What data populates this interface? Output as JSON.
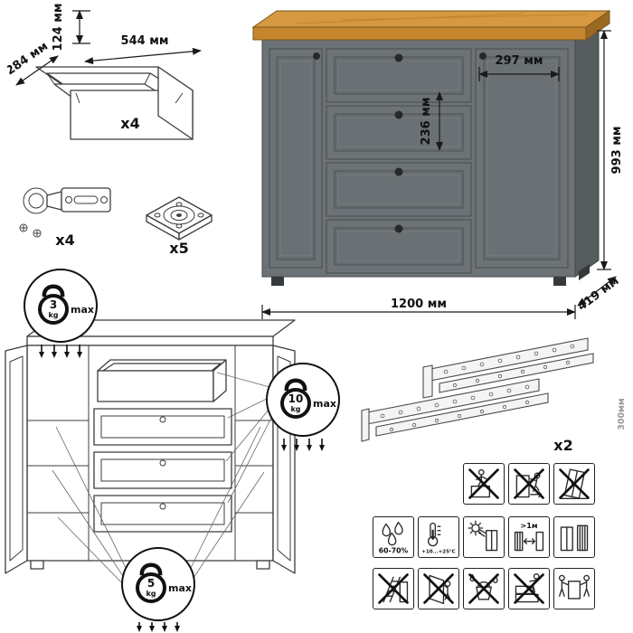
{
  "parts": {
    "drawer_box": {
      "count": "x4",
      "width": "544 мм",
      "depth": "284 мм",
      "height": "124 мм"
    },
    "hinge": {
      "count": "x4"
    },
    "leg": {
      "count": "x5"
    },
    "slides": {
      "count": "x2",
      "length": "300мм"
    }
  },
  "cabinet": {
    "width": "1200 мм",
    "height": "993 мм",
    "depth": "419 мм",
    "right_section_width": "297 мм",
    "drawer_front_height": "236 мм"
  },
  "load_limits": {
    "top": {
      "value": "3",
      "unit": "kg",
      "label": "max"
    },
    "drawer": {
      "value": "10",
      "unit": "kg",
      "label": "max"
    },
    "shelf": {
      "value": "5",
      "unit": "kg",
      "label": "max"
    }
  },
  "conditions": {
    "humidity": "60-70%",
    "temperature": "+10...+25°С",
    "min_distance": ">1м"
  }
}
